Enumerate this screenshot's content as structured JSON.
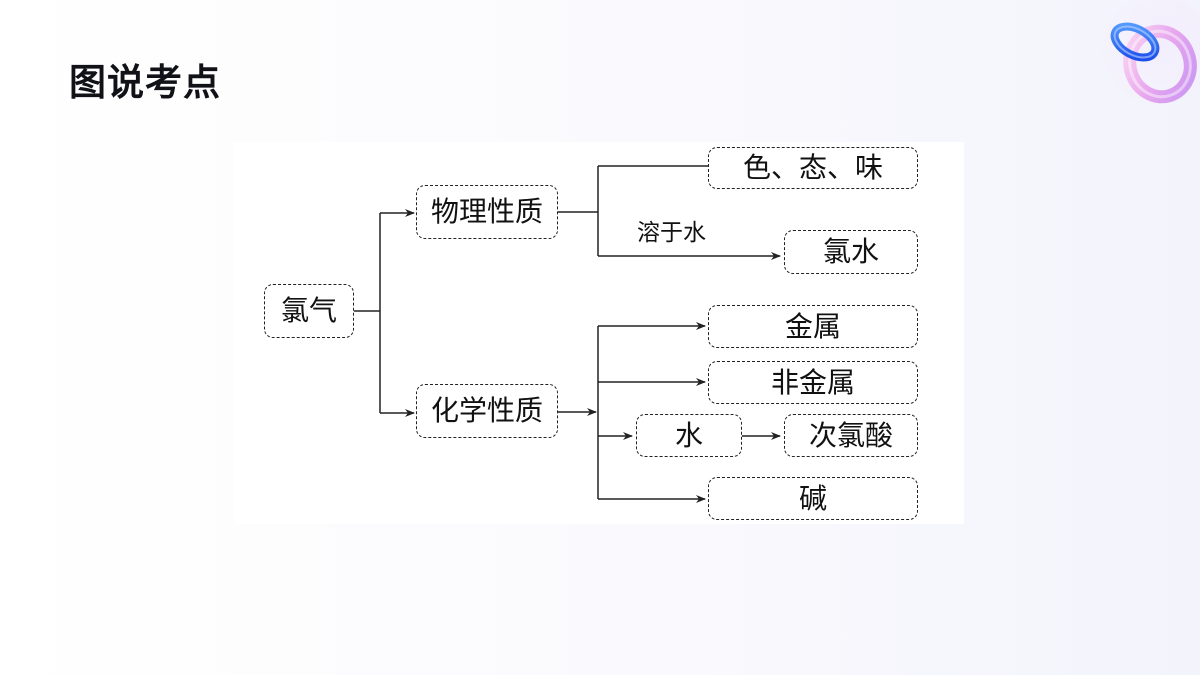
{
  "header": {
    "title": "图说考点"
  },
  "diagram": {
    "root": "氯气",
    "physical": "物理性质",
    "chemical": "化学性质",
    "physical_items": {
      "appearance": "色、态、味",
      "dissolve_label": "溶于水",
      "chlorine_water": "氯水"
    },
    "chemical_items": {
      "metal": "金属",
      "nonmetal": "非金属",
      "water": "水",
      "hypochlorous_acid": "次氯酸",
      "base": "碱"
    }
  },
  "colors": {
    "title": "#111118",
    "line": "#222222",
    "ring_blue": "#1e6bff",
    "ring_pink": "#f2a3e6"
  }
}
